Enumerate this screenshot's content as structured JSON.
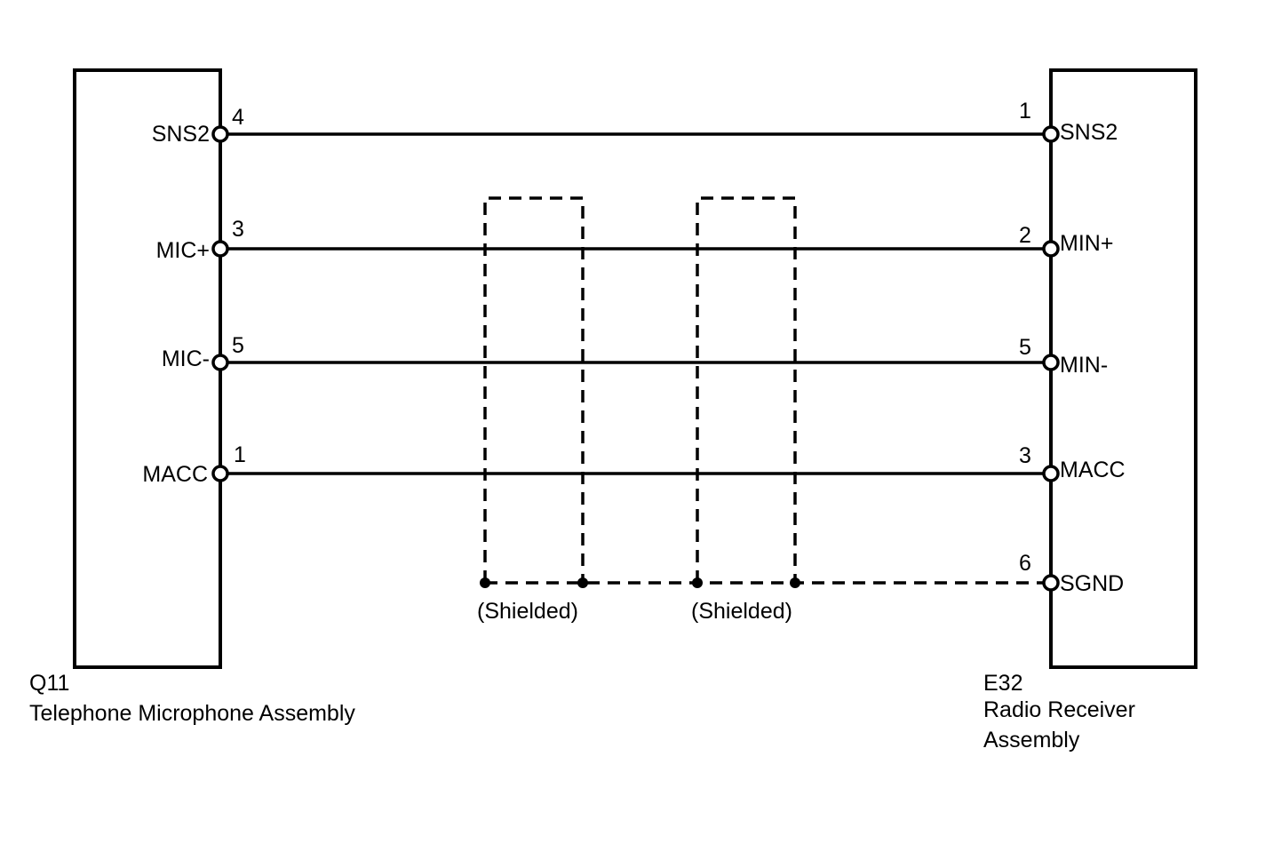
{
  "left_component": {
    "id": "Q11",
    "name": "Telephone Microphone Assembly",
    "pins": [
      {
        "label": "SNS2",
        "num": "4"
      },
      {
        "label": "MIC+",
        "num": "3"
      },
      {
        "label": "MIC-",
        "num": "5"
      },
      {
        "label": "MACC",
        "num": "1"
      }
    ]
  },
  "right_component": {
    "id": "E32",
    "name_line1": "Radio Receiver",
    "name_line2": "Assembly",
    "pins": [
      {
        "label": "SNS2",
        "num": "1"
      },
      {
        "label": "MIN+",
        "num": "2"
      },
      {
        "label": "MIN-",
        "num": "5"
      },
      {
        "label": "MACC",
        "num": "3"
      },
      {
        "label": "SGND",
        "num": "6"
      }
    ]
  },
  "shields": [
    {
      "label": "(Shielded)"
    },
    {
      "label": "(Shielded)"
    }
  ]
}
